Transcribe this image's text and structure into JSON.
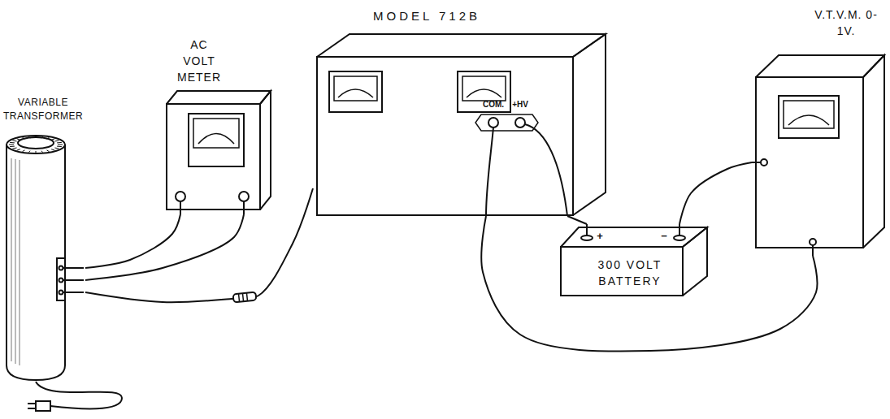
{
  "diagram": {
    "nodes": [
      {
        "text": [
          "VARIABLE TRANSFORMER"
        ]
      },
      {
        "text": [
          "AC VOLT METER"
        ]
      },
      {
        "text": [
          "MODEL 712B",
          "COM.",
          "+HV"
        ]
      },
      {
        "text": [
          "300 VOLT BATTERY",
          "+",
          "−"
        ]
      },
      {
        "text": [
          "V.T.V.M. 0-1V."
        ]
      }
    ],
    "edges": [
      {
        "from": 0,
        "to": 1,
        "arrow": "none"
      },
      {
        "from": 0,
        "to": 1,
        "arrow": "none"
      },
      {
        "from": 0,
        "to": 2,
        "arrow": "none"
      },
      {
        "from": 2,
        "to": 3,
        "arrow": "none"
      },
      {
        "from": 3,
        "to": 4,
        "arrow": "none"
      },
      {
        "from": 4,
        "to": 2,
        "arrow": "none"
      }
    ]
  }
}
